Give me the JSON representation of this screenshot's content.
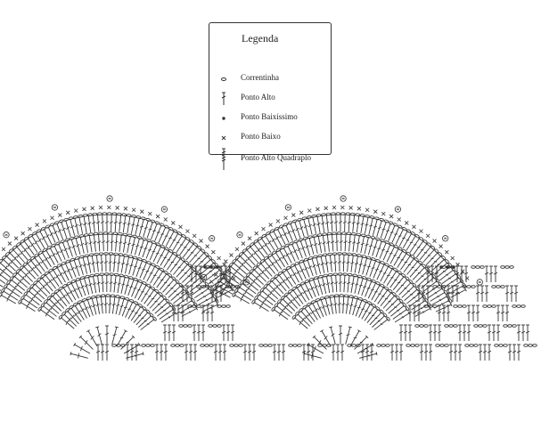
{
  "legend": {
    "title": "Legenda",
    "items": [
      {
        "symbol": "chain-icon",
        "label": "Correntinha"
      },
      {
        "symbol": "double-crochet-icon",
        "label": "Ponto Alto"
      },
      {
        "symbol": "slip-stitch-icon",
        "label": "Ponto Baixíssimo"
      },
      {
        "symbol": "single-crochet-icon",
        "label": "Ponto Baixo"
      },
      {
        "symbol": "quadruple-treble-icon",
        "label": "Ponto Alto Quadraplo"
      }
    ]
  },
  "colors": {
    "ink": "#333333",
    "border": "#333333"
  }
}
